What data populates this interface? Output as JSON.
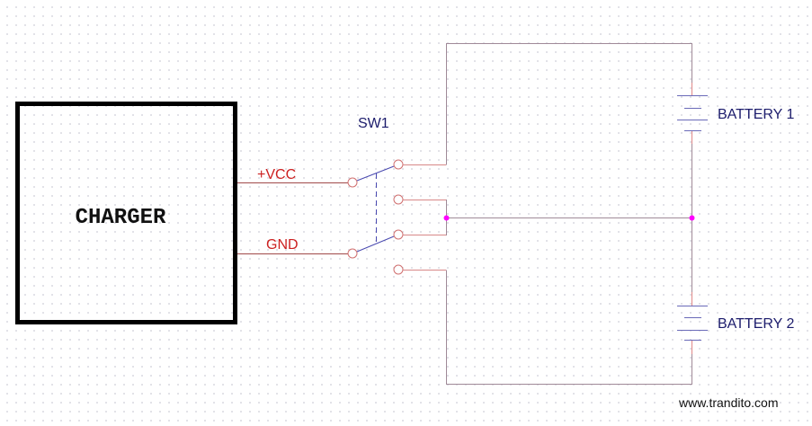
{
  "diagram": {
    "title": "Charger two-battery switch circuit",
    "colors": {
      "background": "#ffffff",
      "grid_dot": "#c9c9d3",
      "charger_border": "#000000",
      "charger_text": "#111111",
      "wire_main": "#a08a98",
      "wire_signal": "#a04a4a",
      "wire_stub": "#d88888",
      "net_label": "#cc2020",
      "component_label": "#1c1c6c",
      "switch_lever": "#4a4ab0",
      "battery_plate": "#6a6ab8",
      "junction": "#ff00ff",
      "terminal": "#d07070",
      "watermark": "#111111"
    },
    "components": {
      "charger": {
        "label": "CHARGER"
      },
      "switch": {
        "label": "SW1",
        "type": "DPDT"
      },
      "battery1": {
        "label": "BATTERY 1"
      },
      "battery2": {
        "label": "BATTERY 2"
      }
    },
    "nets": {
      "vcc": "+VCC",
      "gnd": "GND"
    },
    "watermark": "www.trandito.com"
  }
}
